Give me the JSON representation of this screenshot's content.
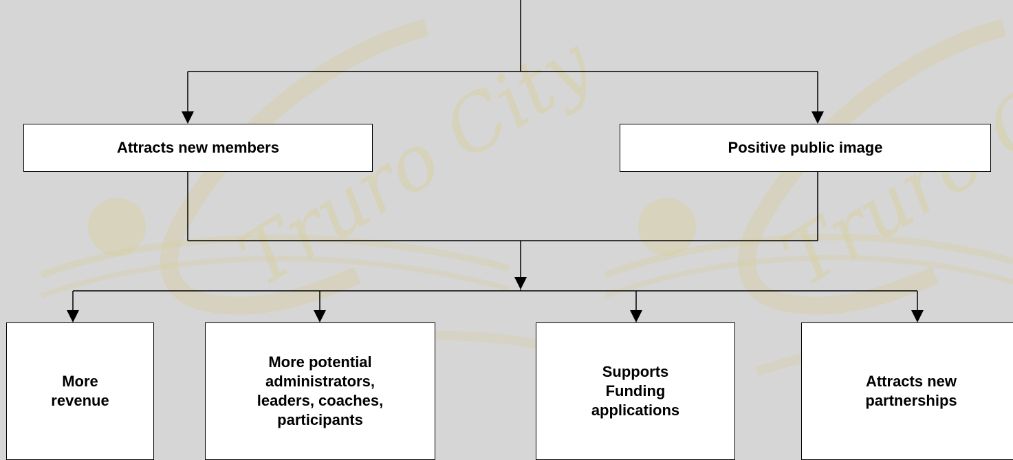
{
  "diagram": {
    "top_left_box": "Attracts new members",
    "top_right_box": "Positive public image",
    "bottom_boxes": [
      "More\nrevenue",
      "More potential\nadministrators,\nleaders, coaches,\nparticipants",
      "Supports\nFunding\napplications",
      "Attracts new\npartnerships"
    ]
  },
  "watermark": {
    "text": "Truro City",
    "color": "#d8cfa4"
  },
  "colors": {
    "background": "#d6d6d6",
    "box_fill": "#ffffff",
    "line": "#000000"
  }
}
